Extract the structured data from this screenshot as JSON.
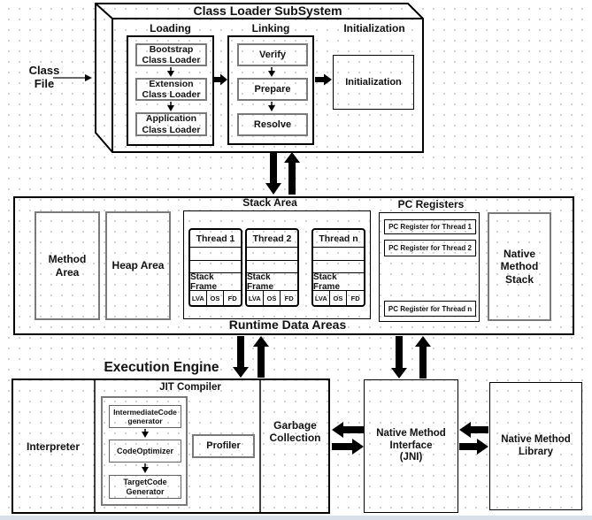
{
  "colors": {
    "line": "#000000",
    "gray_border": "#7a7a7a",
    "background": "#ffffff",
    "grid_dot": "#c8c8c8",
    "bottom_strip": "#d9e0ea"
  },
  "class_file": {
    "label": "Class\nFile"
  },
  "class_loader": {
    "title": "Class Loader SubSystem",
    "loading": {
      "label": "Loading",
      "bootstrap": "Bootstrap\nClass Loader",
      "extension": "Extension\nClass Loader",
      "application": "Application\nClass Loader"
    },
    "linking": {
      "label": "Linking",
      "verify": "Verify",
      "prepare": "Prepare",
      "resolve": "Resolve"
    },
    "initialization": {
      "label": "Initialization",
      "box": "Initialization"
    }
  },
  "runtime": {
    "title": "Runtime Data Areas",
    "method_area": "Method\nArea",
    "heap_area": "Heap Area",
    "stack_area": {
      "label": "Stack Area",
      "threads": [
        {
          "title": "Thread 1",
          "frame": "Stack Frame",
          "cells": [
            "LVA",
            "OS",
            "FD"
          ]
        },
        {
          "title": "Thread 2",
          "frame": "Stack Frame",
          "cells": [
            "LVA",
            "OS",
            "FD"
          ]
        },
        {
          "title": "Thread n",
          "frame": "Stack Frame",
          "cells": [
            "LVA",
            "OS",
            "FD"
          ]
        }
      ]
    },
    "pc_registers": {
      "label": "PC Registers",
      "rows": [
        "PC Register for Thread 1",
        "PC Register for Thread 2",
        "PC Register for Thread n"
      ]
    },
    "native_method_stack": "Native\nMethod\nStack"
  },
  "execution_engine": {
    "title": "Execution Engine",
    "interpreter": "Interpreter",
    "jit_compiler": {
      "label": "JIT Compiler",
      "intermediate": "IntermediateCode\ngenerator",
      "optimizer": "CodeOptimizer",
      "target": "TargetCode\nGenerator"
    },
    "profiler": "Profiler",
    "garbage_collection": "Garbage\nCollection"
  },
  "native_method_interface": "Native Method\nInterface\n(JNI)",
  "native_method_library": "Native Method\nLibrary"
}
